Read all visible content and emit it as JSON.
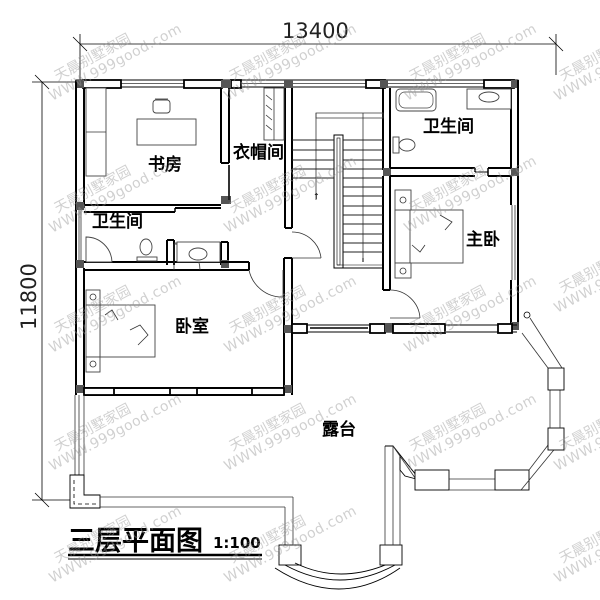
{
  "drawing": {
    "title": "三层平面图",
    "scale": "1:100",
    "dimensions": {
      "width": "13400",
      "height": "11800"
    }
  },
  "rooms": {
    "study": "书房",
    "cloakroom": "衣帽间",
    "bathroom_top_right": "卫生间",
    "master_bedroom": "主卧",
    "bathroom_left": "卫生间",
    "bedroom": "卧室",
    "terrace": "露台"
  },
  "watermark": {
    "brand": "天晨别墅家园",
    "url": "WWW.999good.com"
  },
  "colors": {
    "line": "#000000",
    "column": "#555555",
    "watermark": "#969696",
    "background": "#ffffff"
  }
}
